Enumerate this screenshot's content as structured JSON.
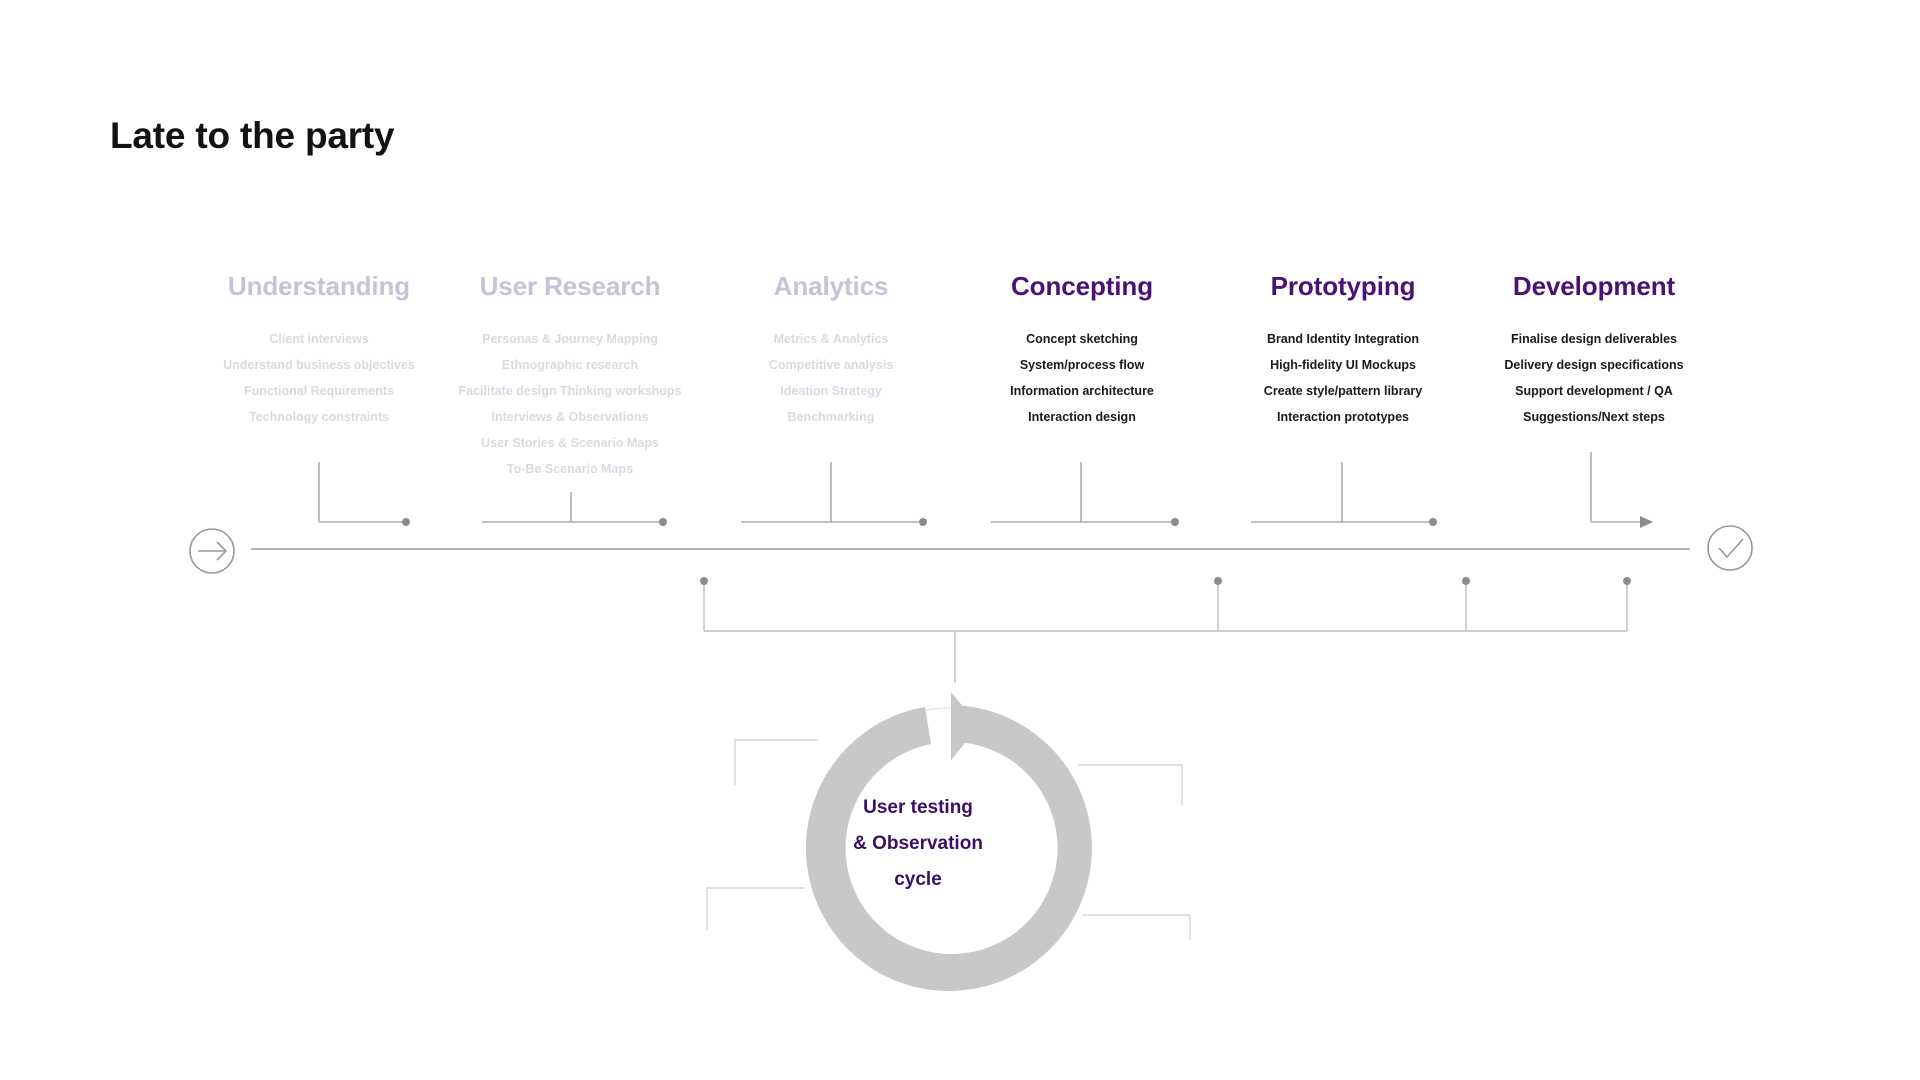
{
  "page": {
    "title": "Late to the party",
    "background": "#FFFFFF"
  },
  "colors": {
    "active_heading": "#4A1273",
    "muted_heading": "#C6C3D9",
    "active_item": "#1A1A1A",
    "muted_item": "#DAD9E2",
    "line": "#9A9A9A",
    "faint_line": "#D8D8D8",
    "ring": "#C8C8C8",
    "hub_text": "#3D0F63"
  },
  "timeline": {
    "start_icon": "arrow-right-circle-icon",
    "end_icon": "check-circle-icon"
  },
  "phases": [
    {
      "id": "understanding",
      "heading": "Understanding",
      "state": "muted",
      "items": [
        "Client interviews",
        "Understand business objectives",
        "Functional Requirements",
        "Technology constraints"
      ]
    },
    {
      "id": "user-research",
      "heading": "User Research",
      "state": "muted",
      "items": [
        "Personas & Journey Mapping",
        "Ethnographic research",
        "Facilitate design Thinking workshops",
        "Interviews & Observations",
        "User Stories & Scenario Maps",
        "To-Be Scenario Maps"
      ]
    },
    {
      "id": "analytics",
      "heading": "Analytics",
      "state": "muted",
      "items": [
        "Metrics & Analytics",
        "Competitive analysis",
        "Ideation Strategy",
        "Benchmarking"
      ]
    },
    {
      "id": "concepting",
      "heading": "Concepting",
      "state": "active",
      "items": [
        "Concept sketching",
        "System/process flow",
        "Information architecture",
        "Interaction design"
      ]
    },
    {
      "id": "prototyping",
      "heading": "Prototyping",
      "state": "active",
      "items": [
        "Brand Identity Integration",
        "High-fidelity UI Mockups",
        "Create style/pattern library",
        "Interaction prototypes"
      ]
    },
    {
      "id": "development",
      "heading": "Development",
      "state": "active",
      "items": [
        "Finalise design deliverables",
        "Delivery design specifications",
        "Support development / QA",
        "Suggestions/Next steps"
      ]
    }
  ],
  "hub": {
    "lines": [
      "User testing",
      "& Observation",
      "cycle"
    ]
  }
}
